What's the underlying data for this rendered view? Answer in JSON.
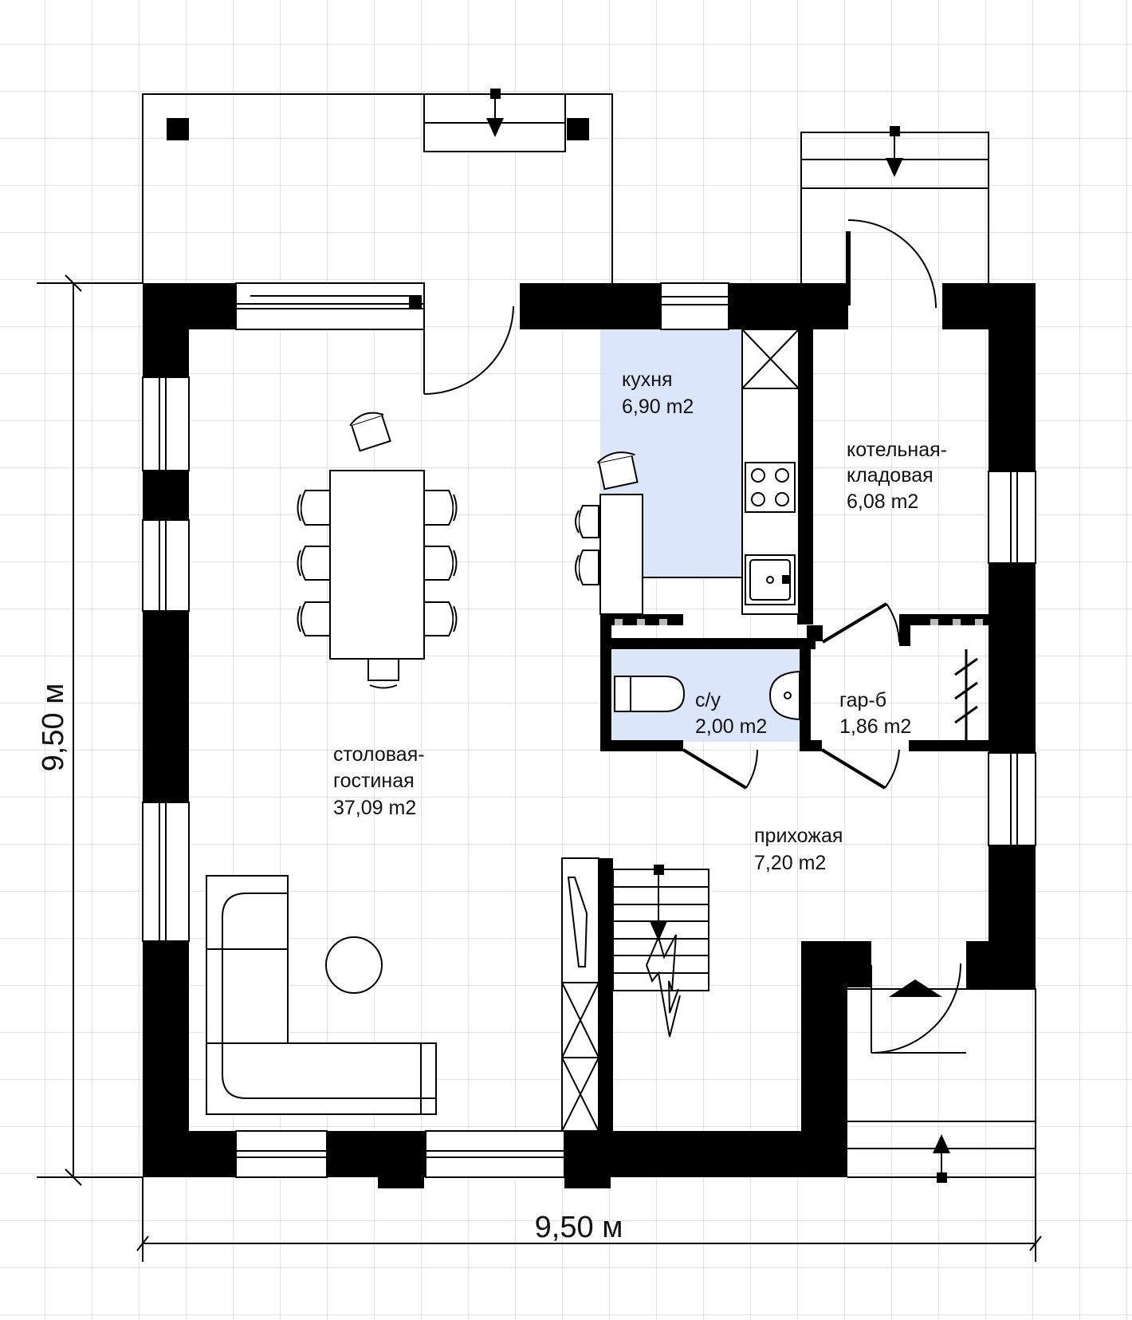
{
  "plan": {
    "dimensions": {
      "width": "9,50 м",
      "height": "9,50 м"
    },
    "rooms": {
      "living": {
        "name_line1": "столовая-",
        "name_line2": "гостиная",
        "area": "37,09 m2"
      },
      "kitchen": {
        "name": "кухня",
        "area": "6,90 m2",
        "fill": "#dbe6fb"
      },
      "boiler": {
        "name_line1": "котельная-",
        "name_line2": "кладовая",
        "area": "6,08 m2"
      },
      "bathroom": {
        "name": "с/у",
        "area": "2,00 m2",
        "fill": "#dbe6fb"
      },
      "wardrobe": {
        "name": "гар-б",
        "area": "1,86 m2"
      },
      "hall": {
        "name": "прихожая",
        "area": "7,20 m2"
      }
    },
    "colors": {
      "wall": "#000000",
      "grid": "#d9d9d9",
      "wet_room": "#dbe6fb"
    }
  }
}
